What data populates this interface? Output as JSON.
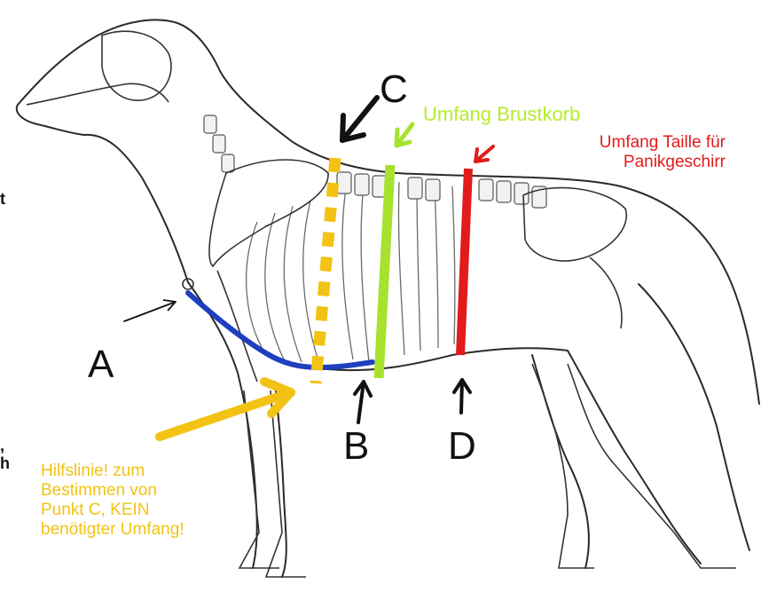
{
  "labels": {
    "a": "A",
    "b": "B",
    "c": "C",
    "d": "D",
    "green_note": "Umfang Brustkorb",
    "red_note": "Umfang Taille für\nPanikgeschirr",
    "yellow_note": "Hilfslinie! zum\nBestimmen von\nPunkt C, KEIN\nbenötigter Umfang!",
    "edge_t": "t",
    "edge_comma": ",",
    "edge_h": "h"
  },
  "colors": {
    "outline": "#2a2a2a",
    "neck_girth": "#1f3fbf",
    "chest_girth": "#a6e22e",
    "waist_girth": "#e21b1b",
    "helper_line": "#f2c314",
    "pointer_black": "#111111"
  },
  "icons": {
    "illustration": "dog-skeleton-side-view",
    "pointers": "arrow"
  }
}
